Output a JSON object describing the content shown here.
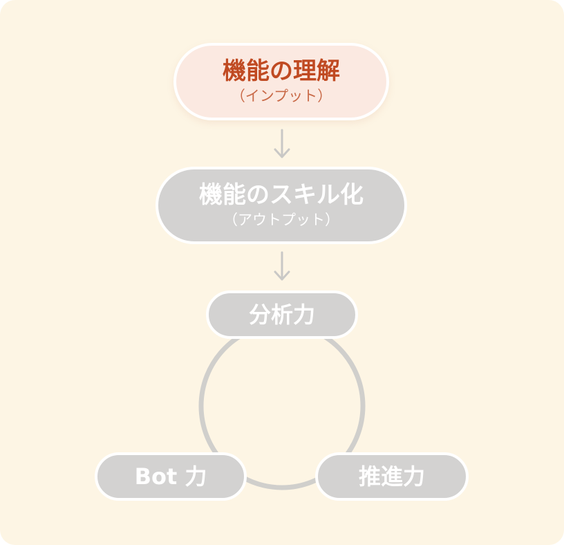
{
  "steps": {
    "understanding": {
      "label": "機能の理解",
      "sublabel": "（インプット）"
    },
    "skill": {
      "label": "機能のスキル化",
      "sublabel": "（アウトプット）"
    }
  },
  "cycle": {
    "analysis": "分析力",
    "bot": "Bot 力",
    "drive": "推進力"
  },
  "colors": {
    "background": "#fdf5e4",
    "active_fill": "#fbe9e1",
    "active_text": "#c04a22",
    "inactive_fill": "#d3d2d1",
    "connector": "#d0cfcc"
  }
}
